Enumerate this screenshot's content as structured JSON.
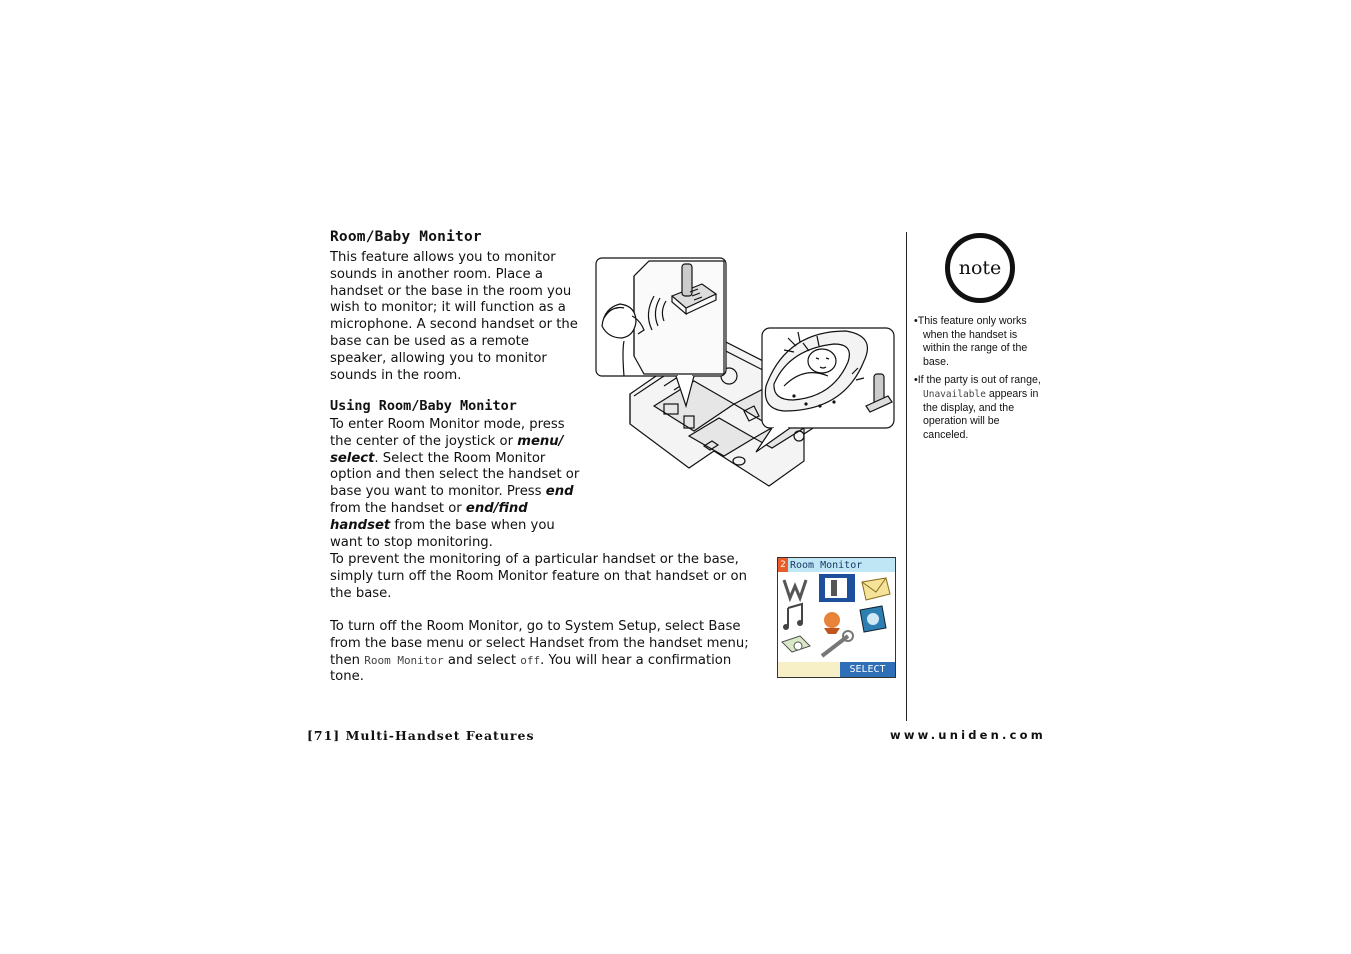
{
  "section": {
    "title": "Room/Baby Monitor",
    "intro": "This feature allows you to monitor sounds in another room. Place a handset or the base in the room you wish to monitor; it will function as a microphone. A second handset or the base can be used as a remote speaker, allowing you to monitor sounds in the room."
  },
  "using": {
    "title": "Using Room/Baby Monitor",
    "p1_a": "To enter Room Monitor mode, press the center of the joystick or ",
    "p1_menu": "menu/ select",
    "p1_b": ". Select the Room Monitor option and then select the handset or base you want to monitor. Press ",
    "p1_end": "end",
    "p1_c": " from the handset or ",
    "p1_endfind": "end/find handset",
    "p1_d": " from the base when you want to stop monitoring.",
    "p2": "To prevent the monitoring of a particular handset or the base, simply turn off the Room Monitor feature on that handset or on the base.",
    "p3_a": "To turn off the Room Monitor, go to System Setup, select Base from the base menu or select Handset from the handset menu; then ",
    "p3_mono1": "Room Monitor",
    "p3_b": " and select ",
    "p3_mono2": "off",
    "p3_c": ". You will hear a confirmation tone."
  },
  "screen": {
    "number": "2",
    "title": "Room Monitor",
    "select": "SELECT"
  },
  "note": {
    "badge": "note",
    "items": [
      {
        "text": "This feature only works when the handset is within the range of the base."
      },
      {
        "a": "If the party is out of range, ",
        "mono": "Unavailable",
        "b": " appears in the display, and the operation will be canceled."
      }
    ]
  },
  "footer": {
    "left": "[71] Multi-Handset Features",
    "right": "www.uniden.com"
  }
}
